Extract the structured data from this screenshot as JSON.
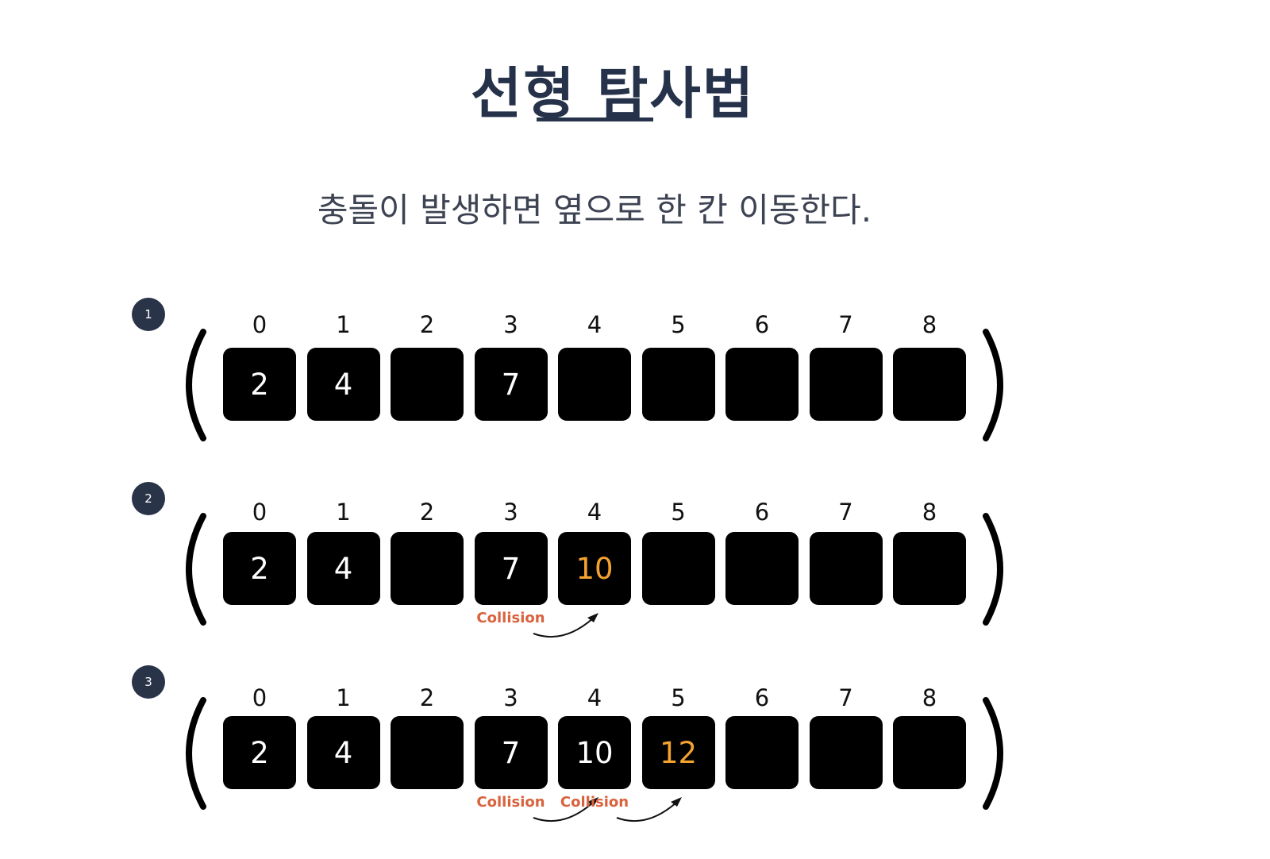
{
  "title": "선형 탐사법",
  "subtitle": "충돌이 발생하면 옆으로 한 칸 이동한다.",
  "indices": [
    "0",
    "1",
    "2",
    "3",
    "4",
    "5",
    "6",
    "7",
    "8"
  ],
  "steps": [
    {
      "number": "1",
      "cells": [
        "2",
        "4",
        "",
        "7",
        "",
        "",
        "",
        "",
        ""
      ],
      "highlight_index": null,
      "collisions": []
    },
    {
      "number": "2",
      "cells": [
        "2",
        "4",
        "",
        "7",
        "10",
        "",
        "",
        "",
        ""
      ],
      "highlight_index": 4,
      "collisions": [
        {
          "label": "Collision",
          "from": 3,
          "to": 4
        }
      ]
    },
    {
      "number": "3",
      "cells": [
        "2",
        "4",
        "",
        "7",
        "10",
        "12",
        "",
        "",
        ""
      ],
      "highlight_index": 5,
      "collisions": [
        {
          "label": "Collision",
          "from": 3,
          "to": 4
        },
        {
          "label": "Collision",
          "from": 4,
          "to": 5
        }
      ]
    }
  ],
  "colors": {
    "title": "#26324a",
    "cell": "#000000",
    "cell_text": "#ffffff",
    "highlight": "#f3a230",
    "collision": "#d9623d",
    "badge": "#2a3449"
  }
}
